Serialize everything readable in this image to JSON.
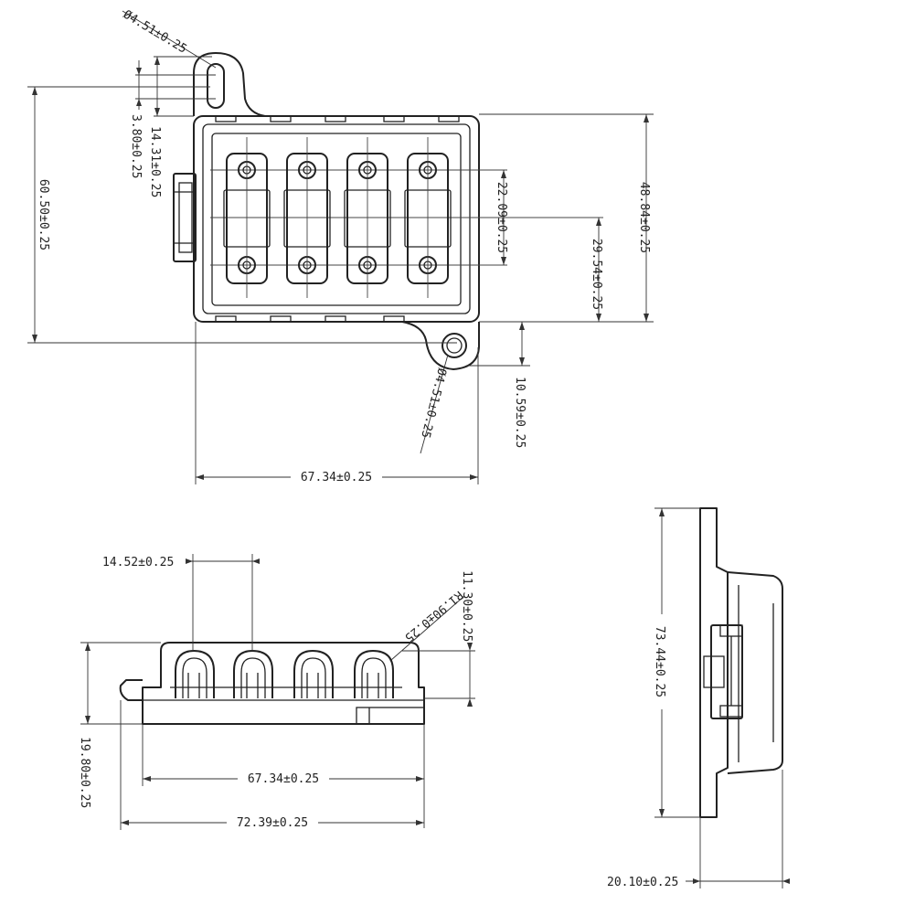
{
  "dimensions": {
    "hole_top_dia": "Ø4.51±0.25",
    "slot_offset": "3.80±0.25",
    "hole_to_body_top": "14.31±0.25",
    "overall_height": "60.50±0.25",
    "body_height": "48.84±0.25",
    "terminal_pitch_inner": "22.09±0.25",
    "terminal_pitch_outer": "29.54±0.25",
    "hole_bottom_dia": "Ø4.51±0.25",
    "hole_to_body_bottom": "10.59±0.25",
    "body_width_top": "67.34±0.25",
    "fuse_pitch": "14.52±0.25",
    "fillet_radius": "R1.90±0.25",
    "slot_height": "11.30±0.25",
    "front_height": "19.80±0.25",
    "body_width_front": "67.34±0.25",
    "overall_width": "72.39±0.25",
    "side_height": "73.44±0.25",
    "side_depth": "20.10±0.25"
  }
}
